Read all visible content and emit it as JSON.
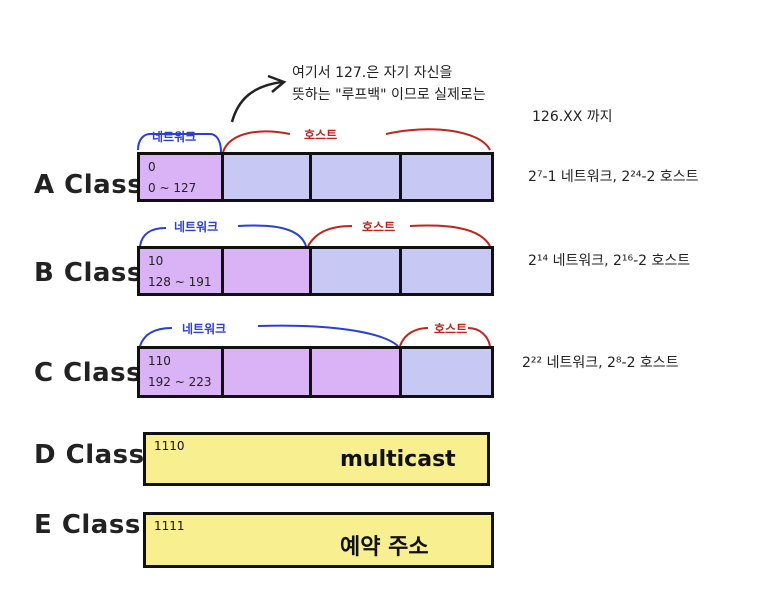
{
  "note": {
    "line1": "여기서 127.은 자기 자신을",
    "line2": "뜻하는 \"루프백\" 이므로 실제로는",
    "line3": "126.XX 까지"
  },
  "labels": {
    "network": "네트워크",
    "host": "호스트"
  },
  "classes": {
    "a": {
      "name": "A Class",
      "bits": "0",
      "range": "0 ~ 127",
      "summary": "2⁷-1 네트워크, 2²⁴-2 호스트"
    },
    "b": {
      "name": "B Class",
      "bits": "10",
      "range": "128 ~ 191",
      "summary": "2¹⁴ 네트워크, 2¹⁶-2 호스트"
    },
    "c": {
      "name": "C Class",
      "bits": "110",
      "range": "192 ~ 223",
      "summary": "2²² 네트워크, 2⁸-2 호스트"
    },
    "d": {
      "name": "D Class",
      "bits": "1110",
      "label": "multicast"
    },
    "e": {
      "name": "E Class",
      "bits": "1111",
      "label": "예약 주소"
    }
  },
  "colors": {
    "network": "#d9b3f5",
    "host": "#c8c8f5",
    "reserved": "#f7ef90",
    "network_bracket": "#2a3fd6",
    "host_bracket": "#c0241b"
  }
}
